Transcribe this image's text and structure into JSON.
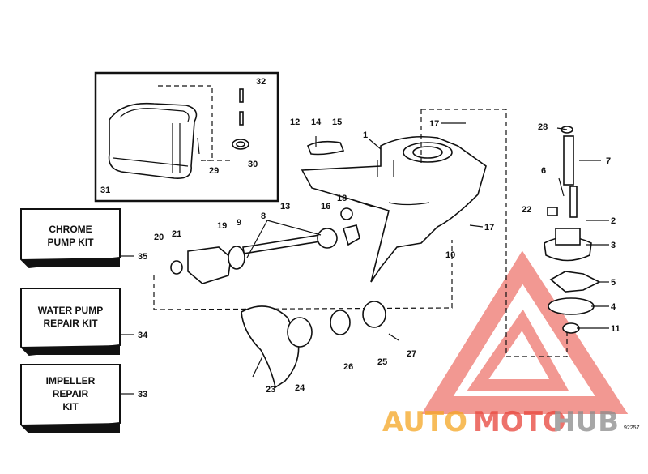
{
  "parts": [
    {
      "n": "1"
    },
    {
      "n": "2"
    },
    {
      "n": "3"
    },
    {
      "n": "4"
    },
    {
      "n": "5"
    },
    {
      "n": "6"
    },
    {
      "n": "7"
    },
    {
      "n": "8"
    },
    {
      "n": "9"
    },
    {
      "n": "10"
    },
    {
      "n": "11"
    },
    {
      "n": "12"
    },
    {
      "n": "13"
    },
    {
      "n": "14"
    },
    {
      "n": "15"
    },
    {
      "n": "16"
    },
    {
      "n": "17"
    },
    {
      "n": "17"
    },
    {
      "n": "18"
    },
    {
      "n": "19"
    },
    {
      "n": "20"
    },
    {
      "n": "21"
    },
    {
      "n": "22"
    },
    {
      "n": "23"
    },
    {
      "n": "24"
    },
    {
      "n": "25"
    },
    {
      "n": "26"
    },
    {
      "n": "27"
    },
    {
      "n": "28"
    },
    {
      "n": "29"
    },
    {
      "n": "30"
    },
    {
      "n": "31"
    },
    {
      "n": "32"
    },
    {
      "n": "33"
    },
    {
      "n": "34"
    },
    {
      "n": "35"
    }
  ],
  "kits": {
    "chrome_pump": [
      "CHROME",
      "PUMP KIT"
    ],
    "water_pump": [
      "WATER PUMP",
      "REPAIR KIT"
    ],
    "impeller": [
      "IMPELLER",
      "REPAIR",
      "KIT"
    ]
  },
  "kit_numbers": {
    "chrome_pump": "35",
    "water_pump": "34",
    "impeller": "33"
  },
  "drawing_code": "92257",
  "watermark": {
    "part1": "AUTO",
    "part2": "MOTO",
    "part3": "HUB",
    "color_orange": "#f5a623",
    "color_red": "#e8443a",
    "color_gray": "#8a8a8a"
  }
}
